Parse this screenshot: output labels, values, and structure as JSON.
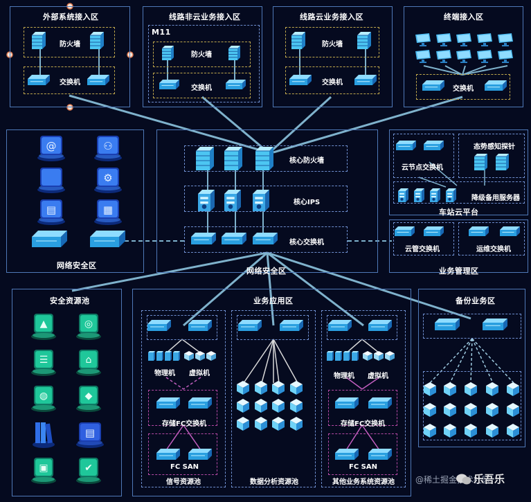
{
  "zones": {
    "external": "外部系统接入区",
    "line_noncloud": "线路非云业务接入区",
    "line_cloud": "线路云业务接入区",
    "terminal": "终端接入区",
    "netsec_left": "网络安全区",
    "netsec_core": "网络安全区",
    "station_cloud": "车站云平台",
    "biz_mgmt": "业务管理区",
    "sec_pool": "安全资源池",
    "biz_app": "业务应用区",
    "backup": "备份业务区"
  },
  "labels": {
    "m11": "M11",
    "firewall": "防火墙",
    "switch": "交换机",
    "core_firewall": "核心防火墙",
    "core_ips": "核心IPS",
    "core_switch": "核心交换机",
    "cloud_node_switch": "云节点交换机",
    "situation_aware": "态势感知探针",
    "degraded_backup": "降级备用服务器",
    "cloud_mgmt_switch": "云管交换机",
    "ops_switch": "运维交换机",
    "physical": "物理机",
    "virtual": "虚拟机",
    "storage_fc_switch": "存储FC交换机",
    "fc_san": "FC SAN",
    "signal_pool": "信号资源池",
    "data_pool": "数据分析资源池",
    "other_pool": "其他业务系统资源池"
  },
  "watermark": {
    "site": "@稀土掘金技术社区",
    "brand": "乐吾乐"
  },
  "colors": {
    "background": "#050a1f",
    "zone_border": "#4f79b8",
    "gold_dash": "#c0a84c",
    "purple_dash": "#b64aa6",
    "device_blue": "#3ab4ea",
    "security_green": "#2ee6b0",
    "wire": "#7fb2cc"
  }
}
